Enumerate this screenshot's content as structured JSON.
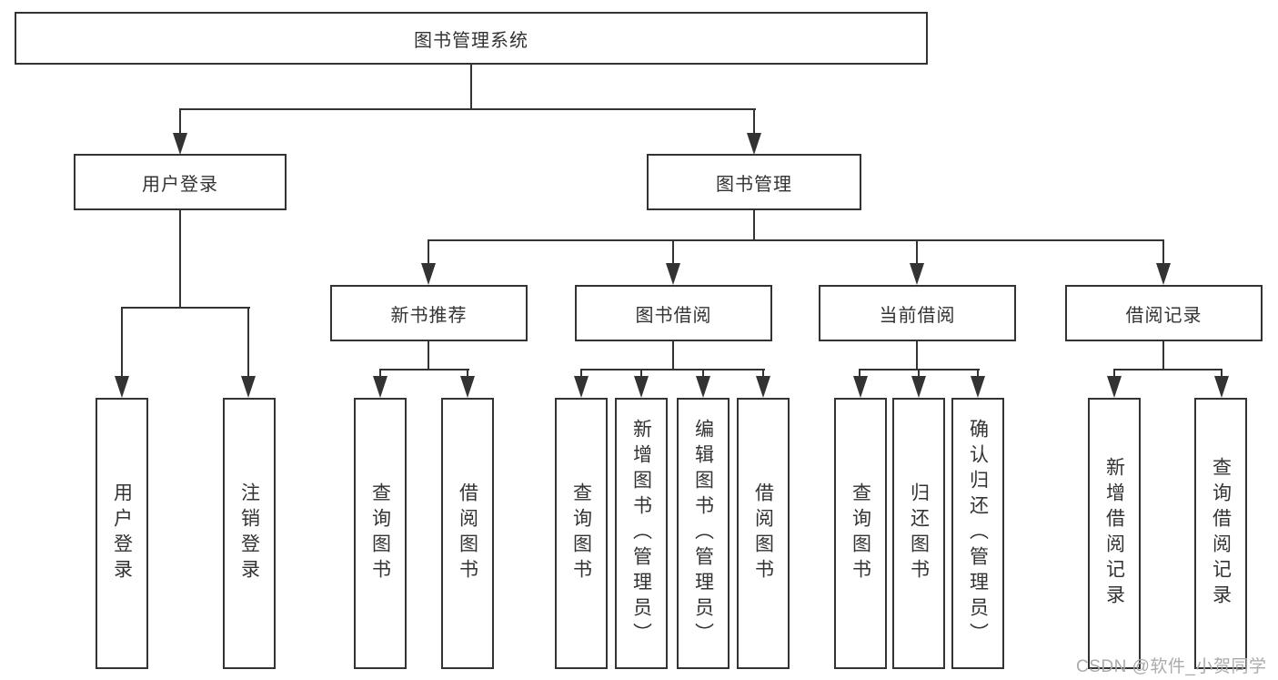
{
  "page": {
    "background": "#ffffff"
  },
  "colors": {
    "line": "#333333",
    "node_border": "#333333",
    "node_fill": "#ffffff",
    "text": "#333333",
    "watermark": "#ababab"
  },
  "watermark": "CSDN @软件_小贺同学",
  "tree": {
    "root": {
      "label": "图书管理系统"
    },
    "level2": [
      {
        "label": "用户登录"
      },
      {
        "label": "图书管理"
      }
    ],
    "level3": [
      {
        "label": "新书推荐"
      },
      {
        "label": "图书借阅"
      },
      {
        "label": "当前借阅"
      },
      {
        "label": "借阅记录"
      }
    ],
    "leaves": {
      "user_login": [
        "用户登录",
        "注销登录"
      ],
      "new_book_recommend": [
        "查询图书",
        "借阅图书"
      ],
      "book_borrow": [
        "查询图书",
        "新增图书（管理员）",
        "编辑图书（管理员）",
        "借阅图书"
      ],
      "current_borrow": [
        "查询图书",
        "归还图书",
        "确认归还（管理员）"
      ],
      "borrow_records": [
        "新增借阅记录",
        "查询借阅记录"
      ]
    }
  }
}
